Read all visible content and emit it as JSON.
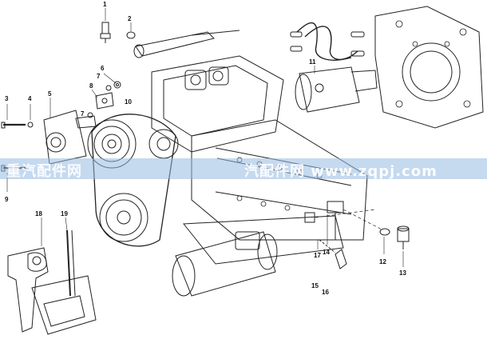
{
  "diagram": {
    "callouts": [
      "1",
      "2",
      "3",
      "4",
      "5",
      "6",
      "7",
      "8",
      "7",
      "9",
      "10",
      "11",
      "12",
      "13",
      "14",
      "15",
      "16",
      "17",
      "18",
      "19"
    ]
  },
  "watermark": {
    "left_text": "重汽配件网",
    "right_text": "汽配件网 www.zqpj.com"
  }
}
